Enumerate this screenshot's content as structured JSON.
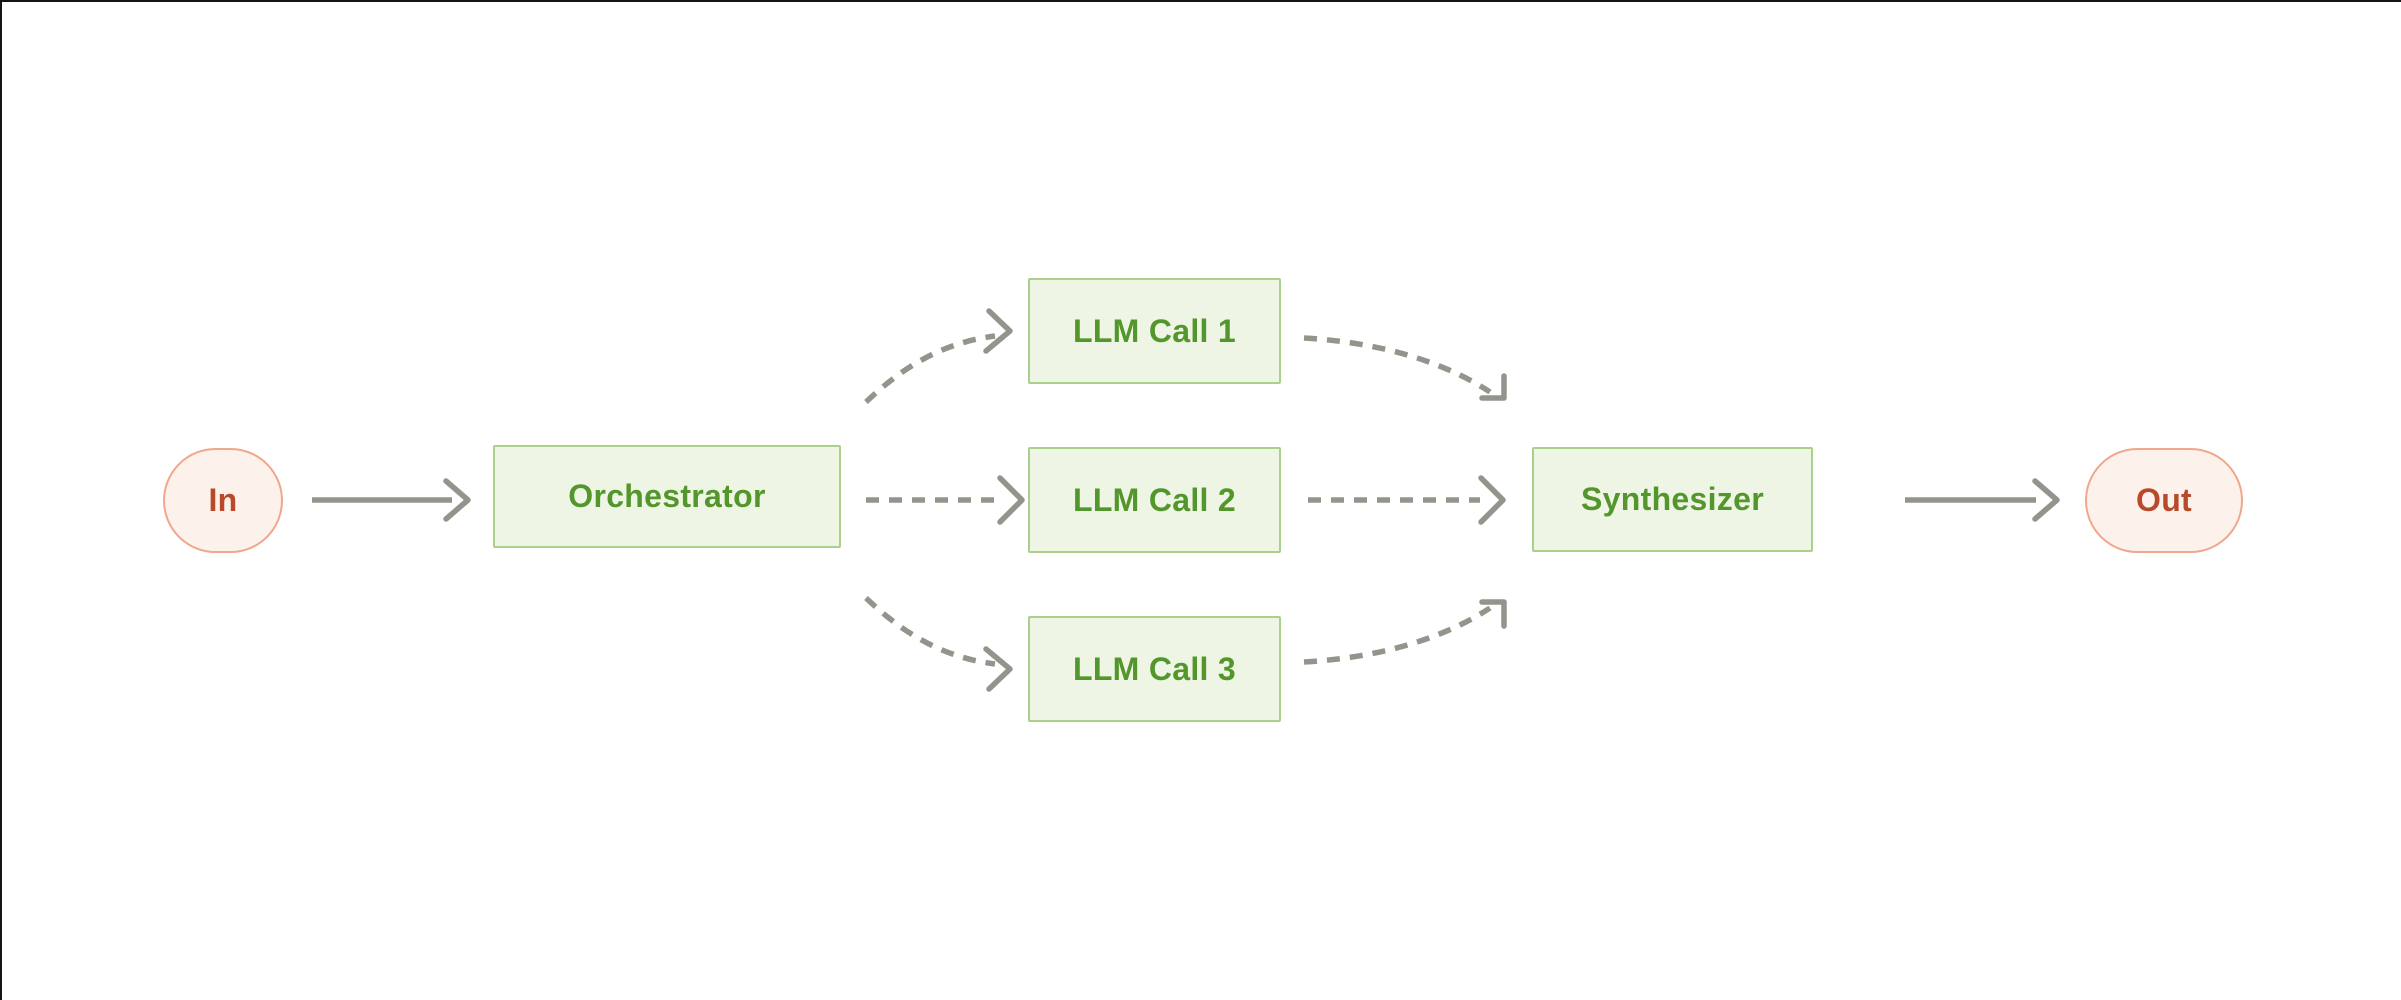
{
  "diagram": {
    "background": "#ffffff",
    "colors": {
      "green_fill": "#eef5e4",
      "green_border": "#abd08d",
      "green_text": "#52962c",
      "pink_fill": "#fdf1ec",
      "pink_border": "#f0a78c",
      "red_text": "#b8492a",
      "arrow_gray": "#95948c",
      "frame_line": "#141414"
    },
    "nodes": {
      "in": {
        "label": "In",
        "shape": "pill",
        "color": "pink"
      },
      "orchestrator": {
        "label": "Orchestrator",
        "shape": "rect",
        "color": "green"
      },
      "llm_call_1": {
        "label": "LLM Call 1",
        "shape": "rect",
        "color": "green"
      },
      "llm_call_2": {
        "label": "LLM Call 2",
        "shape": "rect",
        "color": "green"
      },
      "llm_call_3": {
        "label": "LLM Call 3",
        "shape": "rect",
        "color": "green"
      },
      "synthesizer": {
        "label": "Synthesizer",
        "shape": "rect",
        "color": "green"
      },
      "out": {
        "label": "Out",
        "shape": "pill",
        "color": "pink"
      }
    },
    "edges": [
      {
        "from": "in",
        "to": "orchestrator",
        "style": "solid"
      },
      {
        "from": "orchestrator",
        "to": "llm_call_1",
        "style": "dashed"
      },
      {
        "from": "orchestrator",
        "to": "llm_call_2",
        "style": "dashed"
      },
      {
        "from": "orchestrator",
        "to": "llm_call_3",
        "style": "dashed"
      },
      {
        "from": "llm_call_1",
        "to": "synthesizer",
        "style": "dashed"
      },
      {
        "from": "llm_call_2",
        "to": "synthesizer",
        "style": "dashed"
      },
      {
        "from": "llm_call_3",
        "to": "synthesizer",
        "style": "dashed"
      },
      {
        "from": "synthesizer",
        "to": "out",
        "style": "solid"
      }
    ]
  }
}
